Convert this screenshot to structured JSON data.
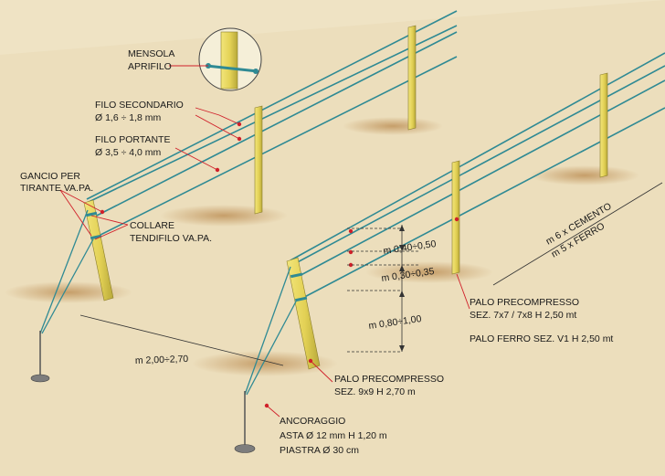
{
  "labels": {
    "mensola_1": "MENSOLA",
    "mensola_2": "APRIFILO",
    "filo_secondario": "FILO SECONDARIO",
    "filo_secondario_dim": "Ø 1,6 ÷ 1,8 mm",
    "filo_portante": "FILO PORTANTE",
    "filo_portante_dim": "Ø 3,5 ÷ 4,0 mm",
    "gancio_1": "GANCIO PER",
    "gancio_2": "TIRANTE VA.PA.",
    "collare_1": "COLLARE",
    "collare_2": "TENDIFILO VA.PA.",
    "palo_prec_small_1": "PALO PRECOMPRESSO",
    "palo_prec_small_2": "SEZ. 7x7 / 7x8   H 2,50 mt",
    "palo_ferro": "PALO FERRO SEZ. V1 H 2,50 mt",
    "palo_prec_big_1": "PALO PRECOMPRESSO",
    "palo_prec_big_2": "SEZ. 9x9    H 2,70 m",
    "ancoraggio_1": "ANCORAGGIO",
    "ancoraggio_2": "ASTA  Ø 12 mm   H 1,20 m",
    "ancoraggio_3": "PIASTRA  Ø 30 cm"
  },
  "dimensions": {
    "spacing_a": "m 0,40÷0,50",
    "spacing_b": "m 0,30÷0,35",
    "spacing_c": "m 0,80÷1,00",
    "row_spacing": "m 2,00÷2,70",
    "post_spacing_1": "m 6 x CEMENTO",
    "post_spacing_2": "m 5 x FERRO"
  },
  "colors": {
    "ground": "#efe3c4",
    "post": "#e6d65a",
    "post_shade": "#b8a93a",
    "wire": "#2f8a94",
    "shadow": "#b9894e",
    "marker": "#d0202a"
  }
}
